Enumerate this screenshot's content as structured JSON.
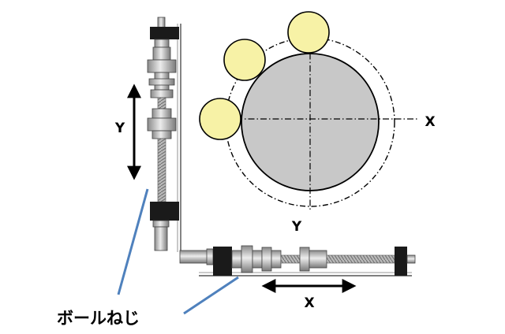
{
  "labels": {
    "y_axis_vertical_assembly": "Y",
    "x_axis_circle": "X",
    "y_axis_circle": "Y",
    "x_axis_horizontal_assembly": "X",
    "ball_screw": "ボールねじ"
  },
  "colors": {
    "circle_fill": "#c8c8c8",
    "roller_fill": "#f7f2a6",
    "leader_line": "#4f81bd",
    "black": "#000000"
  }
}
